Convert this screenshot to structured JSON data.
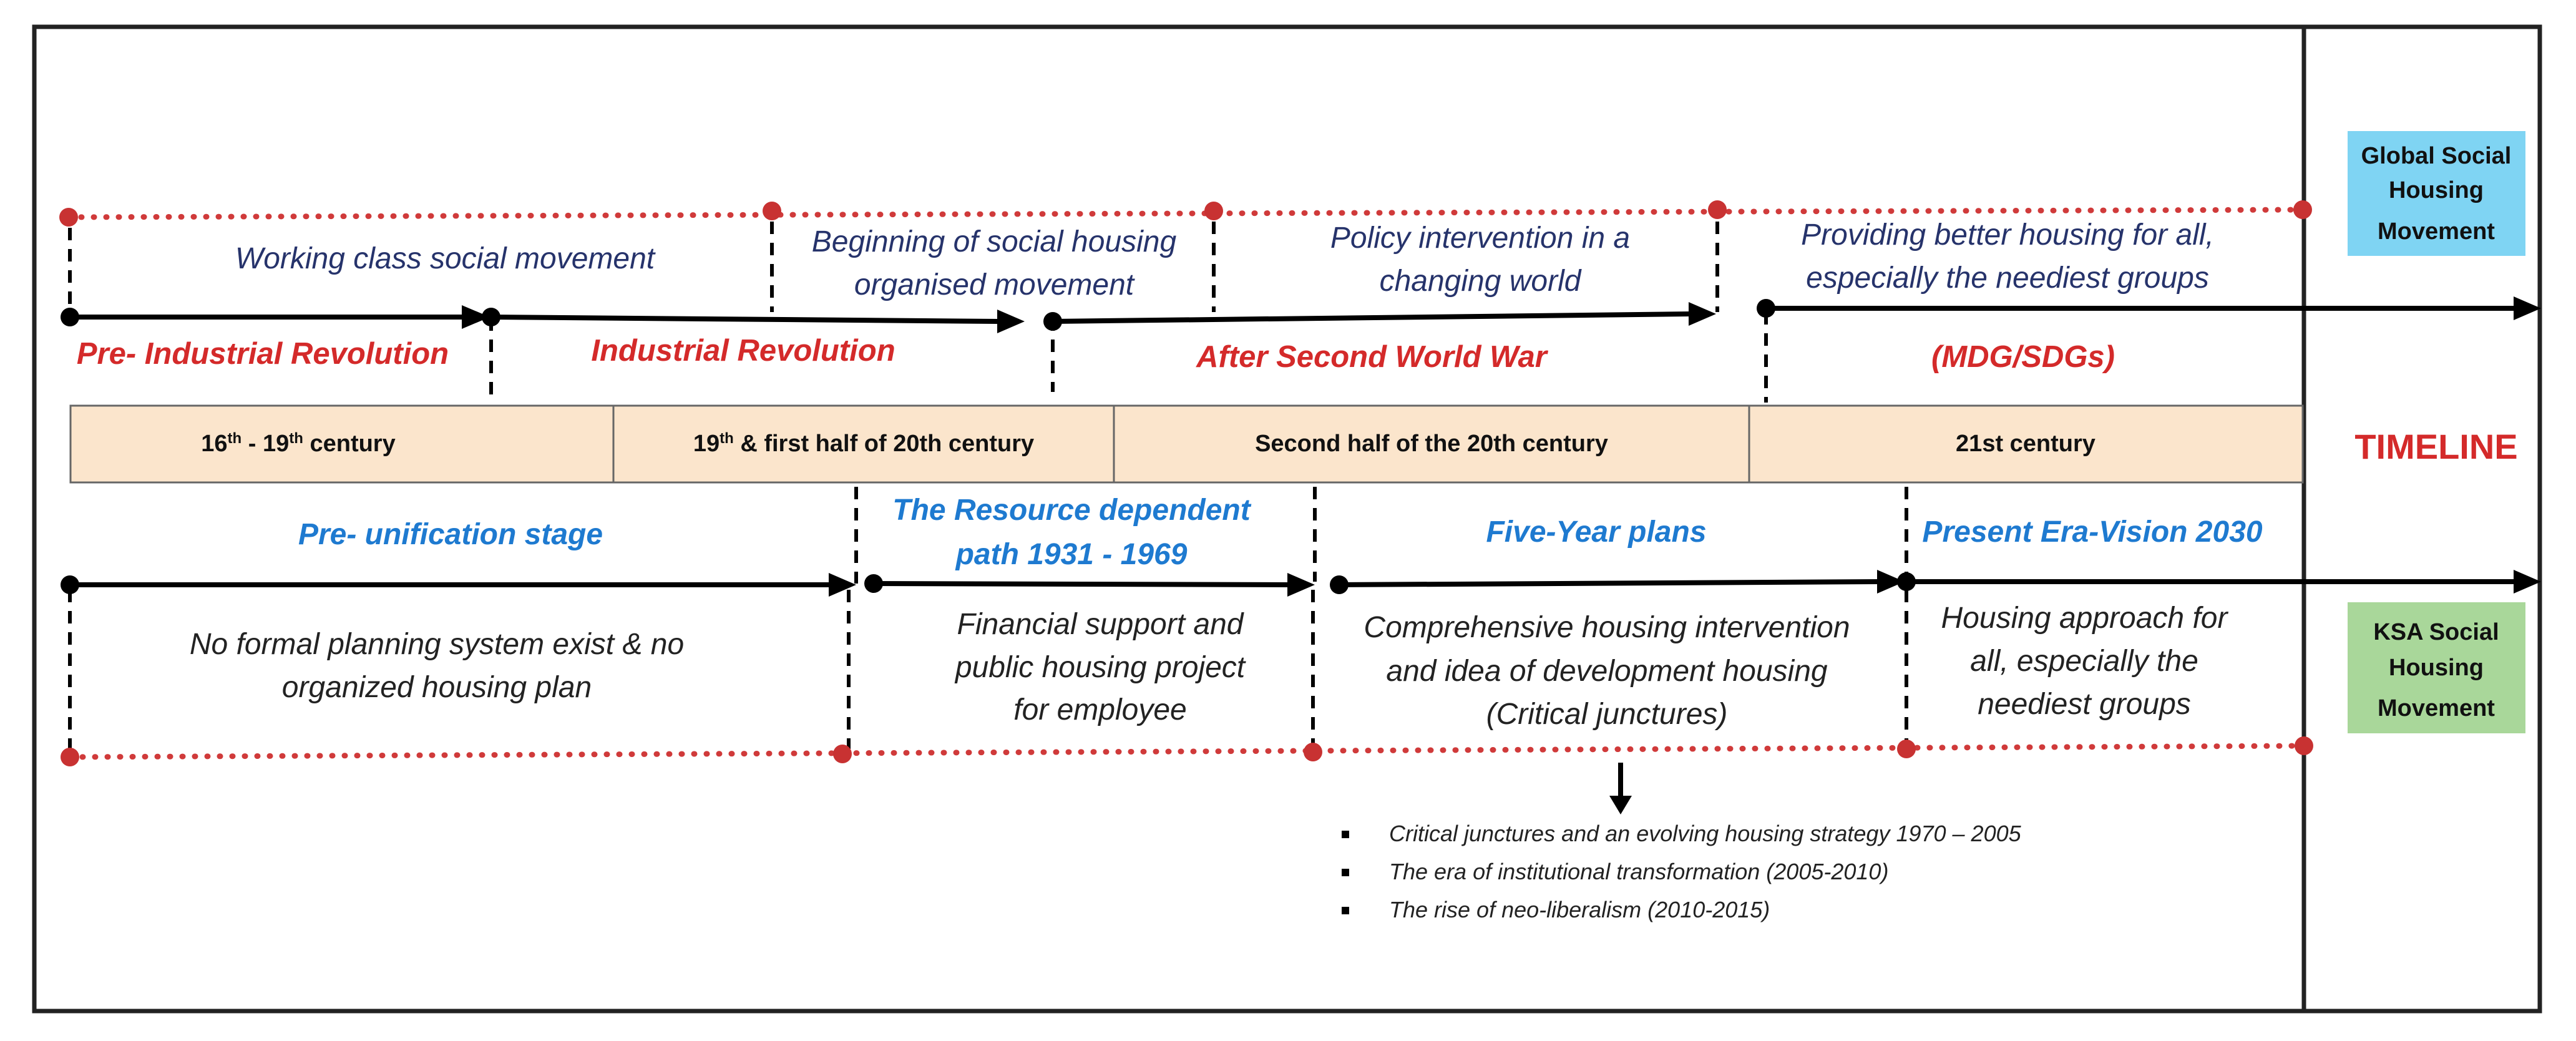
{
  "legend": {
    "global": {
      "lines": [
        "Global Social",
        "Housing",
        "Movement"
      ],
      "color": "#7fd4f3"
    },
    "ksa": {
      "lines": [
        "KSA Social",
        "Housing",
        "Movement"
      ],
      "color": "#a9d79a"
    },
    "timeline_label": "TIMELINE"
  },
  "centuries": [
    {
      "label": "16th - 19th century"
    },
    {
      "label": "19th & first half of 20th century"
    },
    {
      "label": "Second half of the 20th century"
    },
    {
      "label": "21st century"
    }
  ],
  "global": {
    "movements": [
      {
        "lines": [
          "Working class social movement"
        ]
      },
      {
        "lines": [
          "Beginning of social housing",
          "organised movement"
        ]
      },
      {
        "lines": [
          "Policy intervention in a",
          "changing world"
        ]
      },
      {
        "lines": [
          "Providing better housing for all,",
          "especially the neediest groups"
        ]
      }
    ],
    "eras": [
      {
        "label": "Pre- Industrial Revolution"
      },
      {
        "label": "Industrial Revolution"
      },
      {
        "label": "After Second World War"
      },
      {
        "label": "(MDG/SDGs)"
      }
    ]
  },
  "ksa": {
    "stages": [
      {
        "lines": [
          "Pre- unification stage"
        ]
      },
      {
        "lines": [
          "The Resource dependent",
          "path 1931 - 1969"
        ]
      },
      {
        "lines": [
          "Five-Year plans"
        ]
      },
      {
        "lines": [
          "Present Era-Vision 2030"
        ]
      }
    ],
    "descriptions": [
      {
        "lines": [
          "No formal planning system exist & no",
          "organized housing plan"
        ]
      },
      {
        "lines": [
          "Financial support and",
          "public housing project",
          "for employee"
        ]
      },
      {
        "lines": [
          "Comprehensive housing intervention",
          "and idea of development housing",
          "(Critical junctures)"
        ]
      },
      {
        "lines": [
          "Housing approach for",
          "all, especially the",
          "neediest groups"
        ]
      }
    ],
    "sub_periods": [
      "Critical junctures and an evolving housing strategy 1970 – 2005",
      "The era of institutional transformation (2005-2010)",
      "The rise of neo-liberalism (2010-2015)"
    ]
  }
}
